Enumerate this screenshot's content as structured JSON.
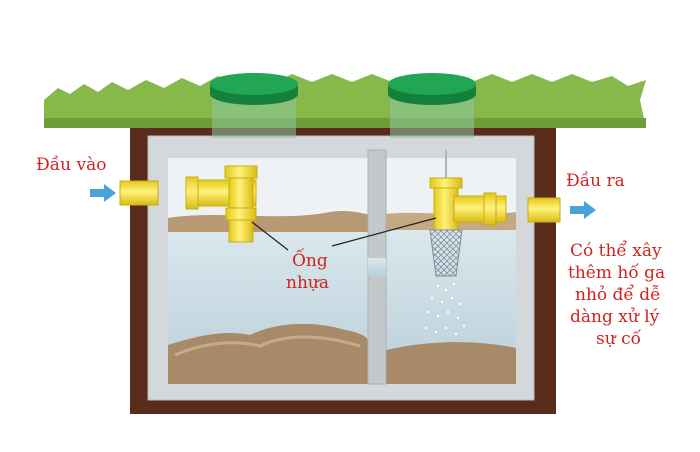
{
  "labels": {
    "inlet": "Đầu vào",
    "outlet": "Đầu ra",
    "pipe_line1": "Ống",
    "pipe_line2": "nhựa",
    "note_lines": [
      "Có thể xây",
      "thêm hố ga",
      "nhỏ để dễ",
      "dàng xử lý",
      "sự cố"
    ]
  },
  "colors": {
    "text": "#d0231f",
    "grass": "#86b84a",
    "soil": "#5a2a1a",
    "concrete": "#d4d8db",
    "water": "#cfe0e8",
    "sludge": "#a88a68",
    "pipe": "#f3e33c",
    "lid": "#1f9a4b",
    "arrow": "#4aa3d8"
  }
}
